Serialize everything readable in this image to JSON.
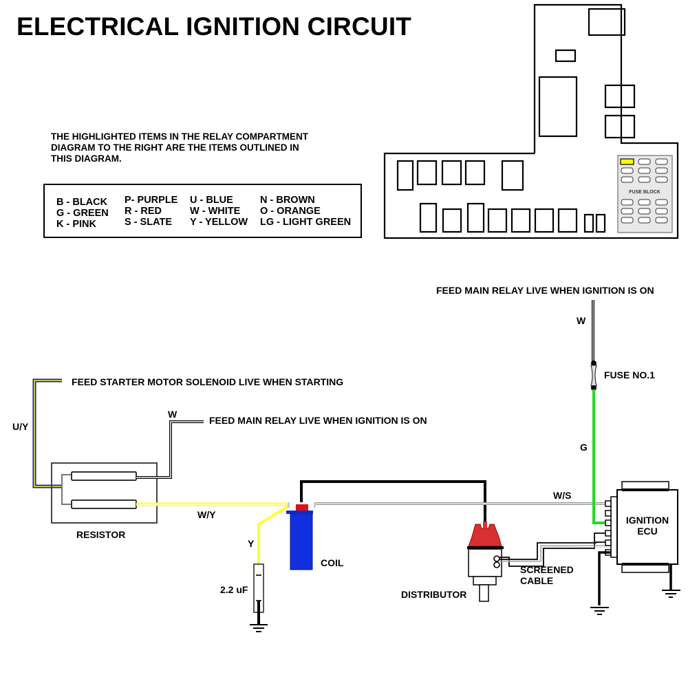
{
  "title": "ELECTRICAL IGNITION CIRCUIT",
  "intro": [
    "THE HIGHLIGHTED ITEMS IN THE RELAY COMPARTMENT",
    "DIAGRAM TO THE RIGHT ARE THE ITEMS OUTLINED IN",
    "THIS DIAGRAM."
  ],
  "legend": {
    "columns": [
      [
        "B - BLACK",
        "G - GREEN",
        "K - PINK"
      ],
      [
        "P- PURPLE",
        "R - RED",
        "S - SLATE"
      ],
      [
        "U - BLUE",
        "W - WHITE",
        "Y - YELLOW"
      ],
      [
        "N - BROWN",
        "O - ORANGE",
        "LG - LIGHT GREEN"
      ]
    ]
  },
  "relay_compartment": {
    "fuse_block_label": "FUSE BLOCK",
    "highlight_color": "#ffff00"
  },
  "labels": {
    "feed_starter": "FEED STARTER MOTOR SOLENOID LIVE WHEN STARTING",
    "feed_main_relay_left": "FEED MAIN RELAY LIVE WHEN IGNITION IS ON",
    "feed_main_relay_right": "FEED MAIN RELAY LIVE WHEN IGNITION IS ON",
    "wire_uy": "U/Y",
    "wire_w_left": "W",
    "wire_w_right": "W",
    "wire_wy": "W/Y",
    "wire_y": "Y",
    "wire_g": "G",
    "wire_ws": "W/S",
    "fuse": "FUSE NO.1",
    "resistor": "RESISTOR",
    "capacitor": "2.2 uF",
    "coil": "COIL",
    "distributor": "DISTRIBUTOR",
    "screened_cable": [
      "SCREENED",
      "CABLE"
    ],
    "ecu": [
      "IGNITION",
      "ECU"
    ]
  },
  "colors": {
    "blue_wire": "#1a1aa8",
    "yellow_wire": "#ffff33",
    "green_wire": "#22dd22",
    "coil_body": "#1030e0",
    "coil_cap": "#e01010",
    "distributor_cap": "#d83030",
    "slate_wire": "#a0a0a0"
  }
}
